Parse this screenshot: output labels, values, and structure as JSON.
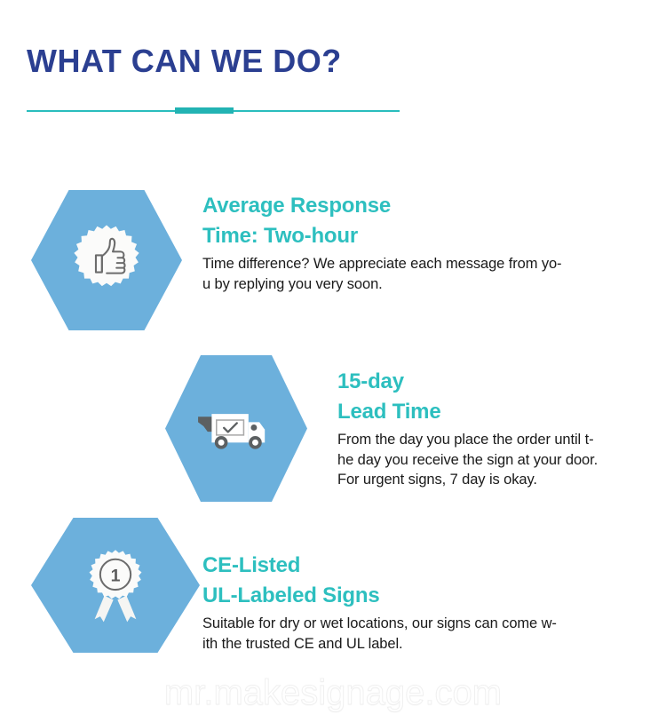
{
  "header": {
    "title": "WHAT CAN WE DO?",
    "title_color": "#2b3f91",
    "divider_color": "#29bdbd"
  },
  "theme": {
    "hexagon_blue": "#6cb0dc",
    "heading_teal": "#2dbfbf",
    "body_text": "#1a1a1a",
    "background": "#ffffff"
  },
  "features": [
    {
      "icon": "thumbs-up-badge-icon",
      "heading_line_1": "Average Response",
      "heading_line_2": "Time: Two-hour",
      "body_line_1": "Time difference? We appreciate each message from yo-",
      "body_line_2": "u by replying you very soon."
    },
    {
      "icon": "delivery-truck-icon",
      "heading_line_1": "15-day",
      "heading_line_2": "Lead Time",
      "body_line_1": "From the day you place the order until t-",
      "body_line_2": "he day you receive the sign at your door.",
      "body_line_3": "For urgent signs, 7 day is okay."
    },
    {
      "icon": "award-ribbon-icon",
      "heading_line_1": "CE-Listed",
      "heading_line_2": "UL-Labeled Signs",
      "body_line_1": "Suitable for dry or wet locations, our signs can come w-",
      "body_line_2": "ith the trusted CE and UL label."
    }
  ],
  "watermark": {
    "text": "mr.makesignage.com"
  }
}
